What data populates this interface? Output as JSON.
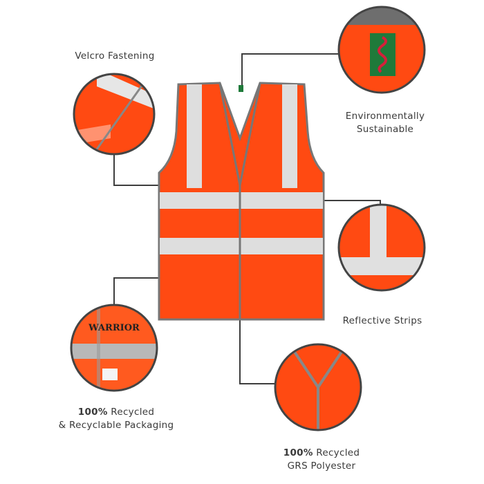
{
  "features": {
    "velcro": {
      "label": "Velcro Fastening"
    },
    "environment": {
      "line1": "Environmentally",
      "line2": "Sustainable"
    },
    "reflective": {
      "label": "Reflective Strips"
    },
    "packaging": {
      "bold": "100%",
      "line1_rest": " Recycled",
      "line2": "& Recyclable Packaging",
      "brand": "WARRIOR"
    },
    "polyester": {
      "bold": "100%",
      "line1_rest": " Recycled",
      "line2": "GRS Polyester"
    }
  },
  "colors": {
    "vest": "#ff4a12",
    "reflective": "#dcdcdc",
    "trim": "#6b6b6b",
    "line": "#3d3d3d",
    "label_green": "#1f7a3a",
    "label_red": "#d4203a"
  }
}
